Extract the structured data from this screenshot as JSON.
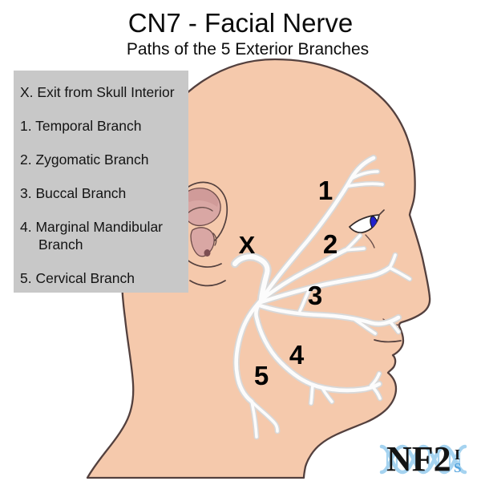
{
  "title": "CN7 - Facial Nerve",
  "subtitle": "Paths of the 5 Exterior Branches",
  "legend": {
    "items": [
      "X. Exit from Skull Interior",
      "1. Temporal Branch",
      "2. Zygomatic Branch",
      "3. Buccal Branch",
      "4. Marginal Mandibular Branch",
      "5. Cervical Branch"
    ]
  },
  "nerve_labels": {
    "exit": "X",
    "temporal": "1",
    "zygomatic": "2",
    "buccal": "3",
    "marginal_mandibular": "4",
    "cervical": "5"
  },
  "logo": {
    "name": "NF2",
    "suffix_top": "I",
    "suffix_bottom": "S"
  },
  "colors": {
    "skin": "#f5c9ac",
    "outline": "#53403e",
    "nerve": "#fcfcfc",
    "nerve_halo": "#d8d8d8",
    "legend_bg": "#c8c8c8",
    "iris": "#2121cc",
    "logo_blue": "#a5d3f0",
    "ear_inner": "#d9a7a4"
  }
}
